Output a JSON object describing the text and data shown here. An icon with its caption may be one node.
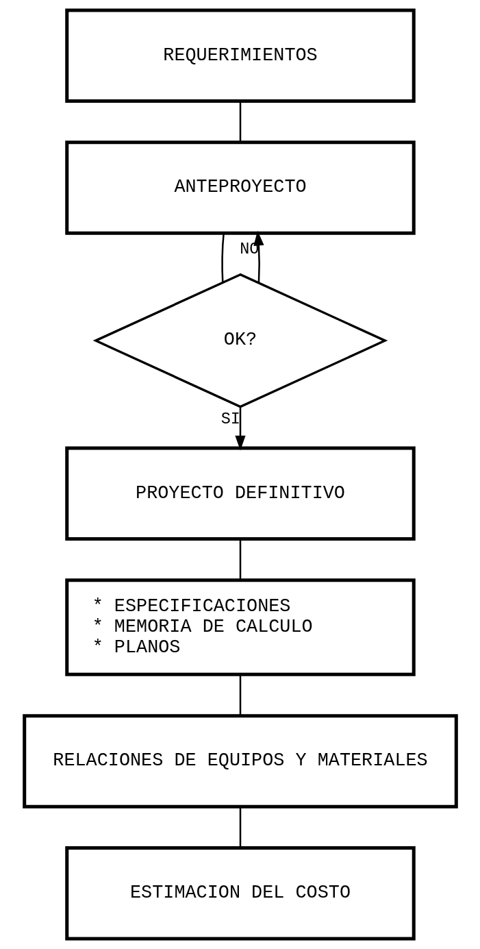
{
  "diagram": {
    "nodes": [
      {
        "text": [
          "REQUERIMIENTOS"
        ]
      },
      {
        "text": [
          "ANTEPROYECTO"
        ]
      },
      {
        "text": [
          "OK?"
        ]
      },
      {
        "text": [
          "PROYECTO DEFINITIVO"
        ]
      },
      {
        "text": [
          "* ESPECIFICACIONES",
          "* MEMORIA DE CALCULO",
          "* PLANOS"
        ]
      },
      {
        "text": [
          "RELACIONES DE EQUIPOS Y MATERIALES"
        ]
      },
      {
        "text": [
          "ESTIMACION DEL COSTO"
        ]
      }
    ],
    "edges": [
      {
        "from": 0,
        "to": 1,
        "arrow": "none"
      },
      {
        "from": 1,
        "to": 2,
        "arrow": "none"
      },
      {
        "from": 2,
        "to": 1,
        "arrow": "to",
        "label": "NO"
      },
      {
        "from": 2,
        "to": 3,
        "arrow": "to",
        "label": "SI"
      },
      {
        "from": 3,
        "to": 4,
        "arrow": "none"
      },
      {
        "from": 4,
        "to": 5,
        "arrow": "none"
      },
      {
        "from": 5,
        "to": 6,
        "arrow": "none"
      }
    ]
  }
}
